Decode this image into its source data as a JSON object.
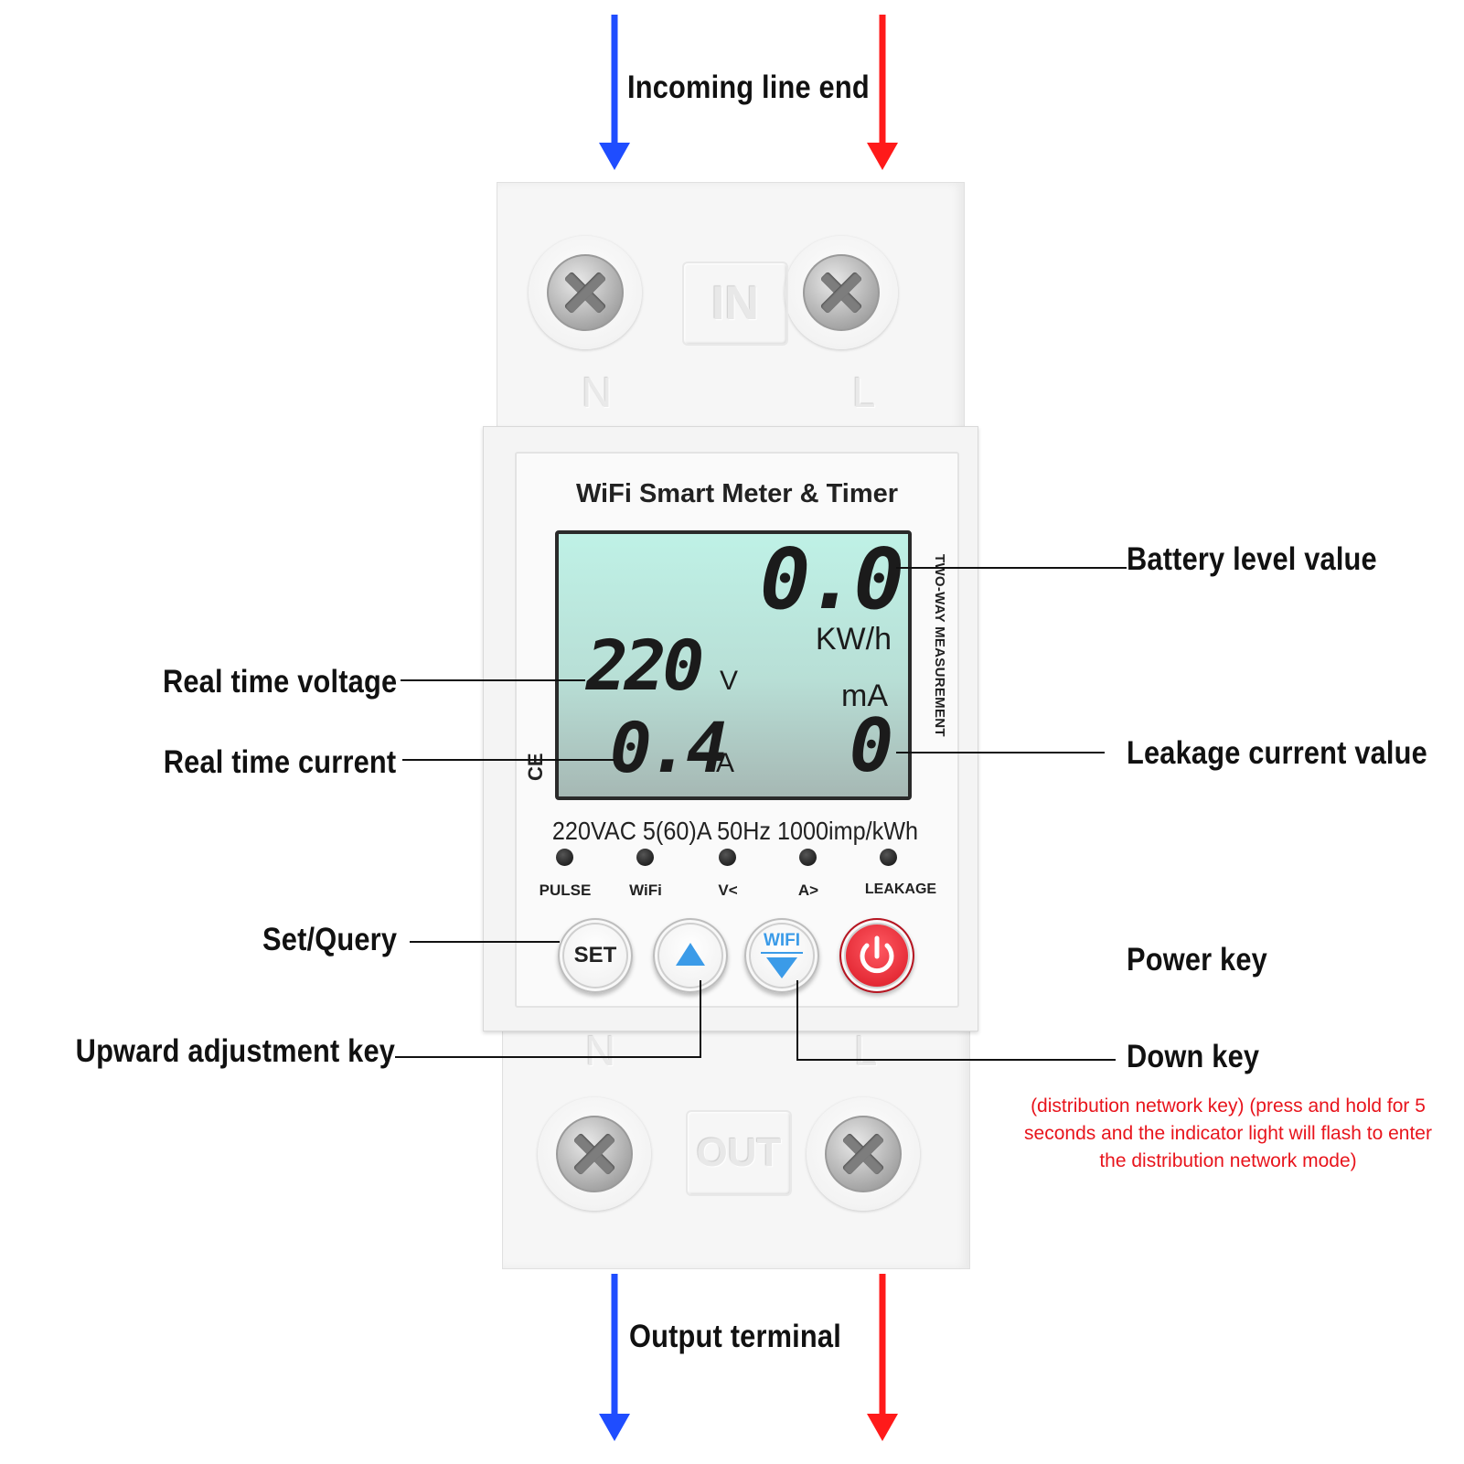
{
  "callouts": {
    "incoming": "Incoming line end",
    "output": "Output terminal",
    "battery_level": "Battery level value",
    "voltage": "Real time voltage",
    "current": "Real time current",
    "leakage": "Leakage current value",
    "set_query": "Set/Query",
    "power_key": "Power key",
    "upward": "Upward adjustment key",
    "down_key": "Down key",
    "down_note": "(distribution network key) (press and hold for 5 seconds and the indicator light will flash to enter the distribution network mode)"
  },
  "device": {
    "title": "WiFi Smart Meter & Timer",
    "in_label": "IN",
    "out_label": "OUT",
    "n_label": "N",
    "l_label": "L",
    "side_text": "TWO-WAY MEASUREMENT",
    "ce_mark": "CE",
    "spec": "220VAC 5(60)A 50Hz 1000imp/kWh",
    "lcd": {
      "energy_value": "0.0",
      "energy_unit": "KW/h",
      "voltage_value": "220",
      "voltage_unit": "V",
      "current_value": "0.4",
      "current_unit": "A",
      "leakage_unit": "mA",
      "leakage_value": "0"
    },
    "indicators": [
      "PULSE",
      "WiFi",
      "V<",
      "A>",
      "LEAKAGE"
    ],
    "buttons": {
      "set": "SET",
      "wifi": "WIFI"
    }
  },
  "colors": {
    "neutral_arrow": "#1f4dff",
    "live_arrow": "#ff1a1a",
    "note_text": "#e8141c",
    "up_arrow": "#3b9be8",
    "power_button": "#e42a35"
  },
  "icons": [
    "up-arrow-icon",
    "down-arrow-icon",
    "power-icon",
    "screw-icon"
  ]
}
